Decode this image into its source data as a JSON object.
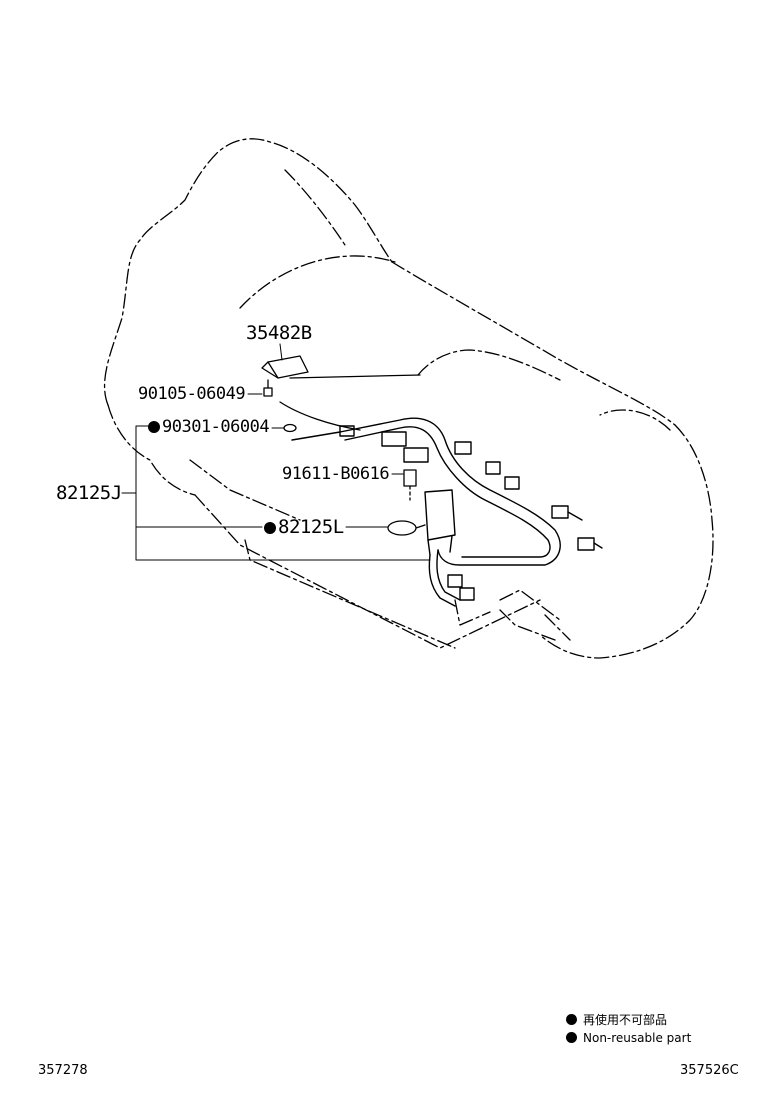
{
  "diagram": {
    "callouts": [
      {
        "id": "c1",
        "part": "35482B",
        "nonreusable": false
      },
      {
        "id": "c2",
        "part": "90105-06049",
        "nonreusable": false
      },
      {
        "id": "c3",
        "part": "90301-06004",
        "nonreusable": true
      },
      {
        "id": "c4",
        "part": "91611-B0616",
        "nonreusable": false
      },
      {
        "id": "c5",
        "part": "82125J",
        "nonreusable": false
      },
      {
        "id": "c6",
        "part": "82125L",
        "nonreusable": true
      }
    ],
    "legend": {
      "line1": "再使用不可部品",
      "line2": "Non-reusable part"
    },
    "footer": {
      "left": "357278",
      "right": "357526C"
    }
  }
}
